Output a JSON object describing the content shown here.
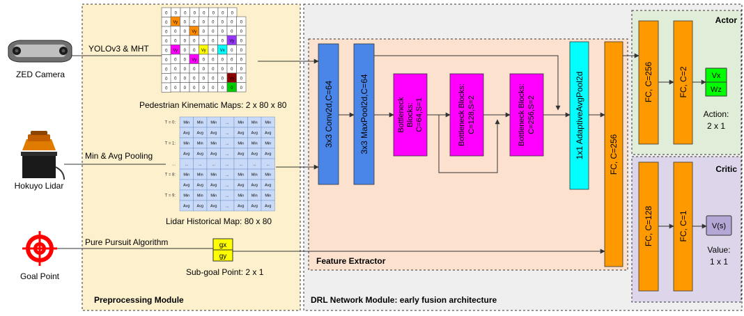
{
  "inputs": {
    "zed_label": "ZED Camera",
    "lidar_label": "Hokuyo Lidar",
    "goal_label": "Goal Point"
  },
  "preprocessing": {
    "module_label": "Preprocessing Module",
    "yolo_label": "YOLOv3 & MHT",
    "pooling_label": "Min & Avg Pooling",
    "pursuit_label": "Pure Pursuit Algorithm",
    "kinematic_caption": "Pedestrian Kinematic Maps: 2 x 80 x 80",
    "lidar_caption": "Lidar Historical Map: 80 x 80",
    "subgoal_caption": "Sub-goal Point: 2 x 1",
    "subgoal_cells": [
      "gx",
      "gy"
    ],
    "kinematic_grid": {
      "back_top_row": [
        "0",
        "0",
        "0",
        "0",
        "0",
        "0",
        "0",
        "0"
      ],
      "back_left_col": [
        "0",
        "0",
        "0",
        "0",
        "0",
        "0",
        "0",
        "0"
      ],
      "rows": [
        [
          "Vy",
          "0",
          "0",
          "0",
          "0",
          "0",
          "0",
          "0"
        ],
        [
          "0",
          "0",
          "Vy",
          "0",
          "0",
          "0",
          "0",
          "0"
        ],
        [
          "0",
          "0",
          "0",
          "0",
          "0",
          "0",
          "Vy",
          "0"
        ],
        [
          "Vy",
          "0",
          "0",
          "Vy",
          "0",
          "Vx",
          "0",
          "0"
        ],
        [
          "0",
          "0",
          "Vy",
          "0",
          "0",
          "0",
          "0",
          "0"
        ],
        [
          "0",
          "0",
          "0",
          "0",
          "0",
          "0",
          "0",
          "0"
        ],
        [
          "0",
          "0",
          "0",
          "0",
          "0",
          "0",
          "Vy",
          "0"
        ],
        [
          "0",
          "0",
          "0",
          "0",
          "0",
          "0",
          "0",
          "0"
        ]
      ],
      "highlights": [
        {
          "row": 0,
          "col": 0,
          "color": "#ff8c00"
        },
        {
          "row": 1,
          "col": 2,
          "color": "#ff8c00"
        },
        {
          "row": 2,
          "col": 6,
          "color": "#9933ff"
        },
        {
          "row": 3,
          "col": 0,
          "color": "#ff00ff"
        },
        {
          "row": 3,
          "col": 3,
          "color": "#ffff00"
        },
        {
          "row": 3,
          "col": 5,
          "color": "#00ffff"
        },
        {
          "row": 4,
          "col": 2,
          "color": "#ff00ff"
        },
        {
          "row": 6,
          "col": 6,
          "color": "#8b0000"
        },
        {
          "row": 7,
          "col": 6,
          "color": "#00cc00"
        }
      ]
    },
    "lidar_grid": {
      "t_labels": [
        "T = 0:",
        "T = 1:",
        "...",
        "T = 8:",
        "T = 9:"
      ],
      "rows": [
        [
          "Min",
          "Min",
          "Min",
          "...",
          "Min",
          "Min",
          "Min"
        ],
        [
          "Avg",
          "Avg",
          "Avg",
          "...",
          "Avg",
          "Avg",
          "Avg"
        ],
        [
          "Min",
          "Min",
          "Min",
          "...",
          "Min",
          "Min",
          "Min"
        ],
        [
          "Avg",
          "Avg",
          "Avg",
          "...",
          "Avg",
          "Avg",
          "Avg"
        ],
        [
          "...",
          "...",
          "...",
          "...",
          "...",
          "...",
          "..."
        ],
        [
          "Min",
          "Min",
          "Min",
          "...",
          "Min",
          "Min",
          "Min"
        ],
        [
          "Avg",
          "Avg",
          "Avg",
          "...",
          "Avg",
          "Avg",
          "Avg"
        ],
        [
          "Min",
          "Min",
          "Min",
          "...",
          "Min",
          "Min",
          "Min"
        ],
        [
          "Avg",
          "Avg",
          "Avg",
          "...",
          "Avg",
          "Avg",
          "Avg"
        ]
      ]
    }
  },
  "drl": {
    "module_label": "DRL Network Module: early fusion architecture",
    "feature_extractor_label": "Feature Extractor",
    "conv_label": "3x3 Conv2d,C=64",
    "maxpool_label": "3x3 MaxPool2d,C=64",
    "bottleneck1": [
      "Bottleneck",
      "Blocks:",
      "C=64,S=1"
    ],
    "bottleneck2": [
      "Bottleneck Blocks:",
      "C=128,S=2"
    ],
    "bottleneck3": [
      "Bottleneck Blocks:",
      "C=256,S=2"
    ],
    "avgpool_label": "1x1 AdaptiveAvgPool2d",
    "fc_main_label": "FC, C=256"
  },
  "actor": {
    "title": "Actor",
    "fc1_label": "FC, C=256",
    "fc2_label": "FC, C=2",
    "outputs": [
      "Vx",
      "Wz"
    ],
    "caption": [
      "Action:",
      "2 x 1"
    ]
  },
  "critic": {
    "title": "Critic",
    "fc1_label": "FC, C=128",
    "fc2_label": "FC, C=1",
    "output": "V(s)",
    "caption": [
      "Value:",
      "1 x 1"
    ]
  },
  "colors": {
    "preprocess_bg": "#fdf1cd",
    "drl_bg": "#efefef",
    "feature_bg": "#fce2ce",
    "actor_bg": "#e0eed9",
    "critic_bg": "#ddd6ea",
    "conv_blue": "#4a86e8",
    "bottleneck_magenta": "#ff00ff",
    "avgpool_cyan": "#00ffff",
    "fc_orange": "#ff9900",
    "actor_out_green": "#00ff00",
    "critic_out_purple": "#b4a7d6",
    "subgoal_yellow": "#ffff00",
    "lidar_grid_blue": "#c9daf8",
    "goal_red": "#ff0000"
  },
  "icons": [
    "zed-camera-icon",
    "hokuyo-lidar-icon",
    "goal-target-icon"
  ]
}
